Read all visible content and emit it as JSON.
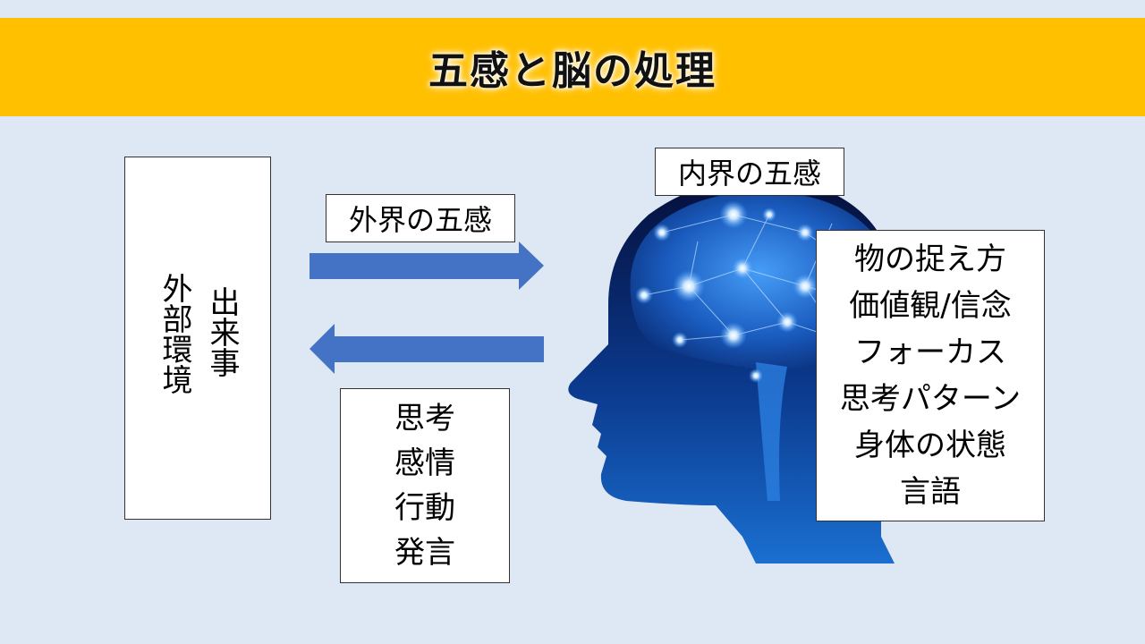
{
  "title": "五感と脳の処理",
  "external": {
    "col1": "出来事",
    "col2": "外部環境"
  },
  "outer_senses_label": "外界の五感",
  "inner_senses_label": "内界の五感",
  "responses": [
    "思考",
    "感情",
    "行動",
    "発言"
  ],
  "inner_factors": [
    "物の捉え方",
    "価値観/信念",
    "フォーカス",
    "思考パターン",
    "身体の状態",
    "言語"
  ],
  "colors": {
    "banner": "#ffc000",
    "arrow": "#4472c4",
    "background": "#dee8f4",
    "head": "#0a3d91"
  }
}
